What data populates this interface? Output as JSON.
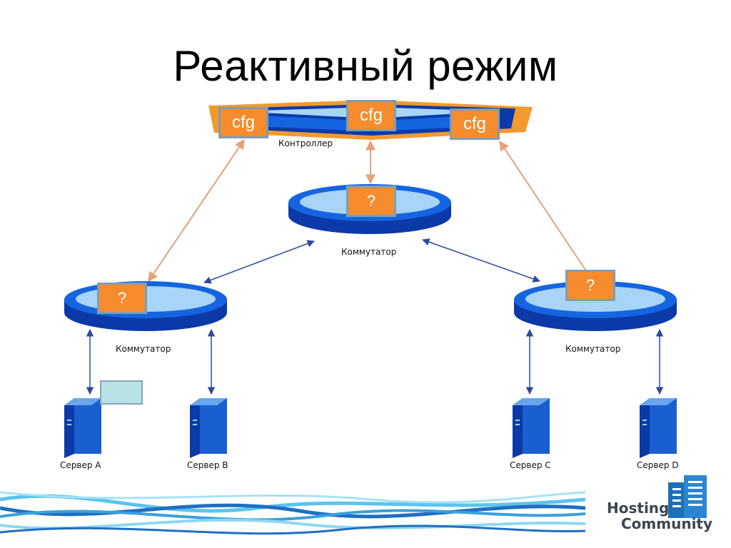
{
  "title": "Реактивный режим",
  "controller": {
    "label": "Контроллер",
    "cfg_boxes": [
      "cfg",
      "cfg",
      "cfg"
    ]
  },
  "switches": {
    "top": {
      "label": "Коммутатор",
      "badge": "?"
    },
    "left": {
      "label": "Коммутатор",
      "badge": "?"
    },
    "right": {
      "label": "Коммутатор",
      "badge": "?"
    }
  },
  "servers": [
    {
      "label": "Сервер A"
    },
    {
      "label": "Сервер B"
    },
    {
      "label": "Сервер C"
    },
    {
      "label": "Сервер D"
    }
  ],
  "logo": {
    "line1": "Hosting",
    "line2": "Community"
  },
  "colors": {
    "switch_dark": "#0b3aa8",
    "switch_mid": "#1565e0",
    "switch_light": "#a8d4f8",
    "controller_orange": "#f29a2e",
    "box_orange": "#f68c2d",
    "box_border": "#7f9db5",
    "link_blue": "#2d4aa0",
    "link_orange": "#e8a07a",
    "packet": "#b7e3e6"
  }
}
